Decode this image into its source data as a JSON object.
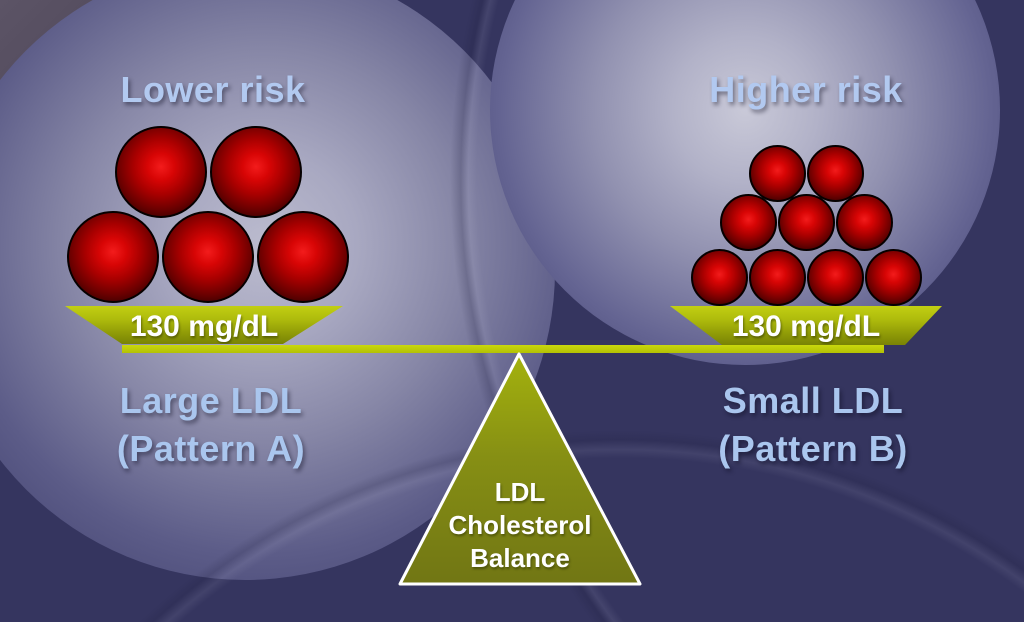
{
  "diagram": {
    "left": {
      "risk": "Lower risk",
      "amount": "130 mg/dL",
      "line1": "Large LDL",
      "line2": "(Pattern A)",
      "sphere_rows": [
        2,
        3
      ],
      "sphere_count": 5,
      "sphere_size": "large"
    },
    "right": {
      "risk": "Higher risk",
      "amount": "130 mg/dL",
      "line1": "Small LDL",
      "line2": "(Pattern B)",
      "sphere_rows": [
        2,
        3,
        4
      ],
      "sphere_count": 9,
      "sphere_size": "small"
    },
    "fulcrum": [
      "LDL",
      "Cholesterol",
      "Balance"
    ],
    "colors": {
      "background_navy": "#35355f",
      "circle_highlight": "#bbbbce",
      "sphere_red": "#d80505",
      "platform_green": "#aebb0c",
      "beam_green": "#bfcd08",
      "triangle_olive_top": "#a4b20d",
      "triangle_olive_bottom": "#717614",
      "risk_text_blue": "#b2c9f0",
      "value_text_white": "#ffffff"
    }
  }
}
